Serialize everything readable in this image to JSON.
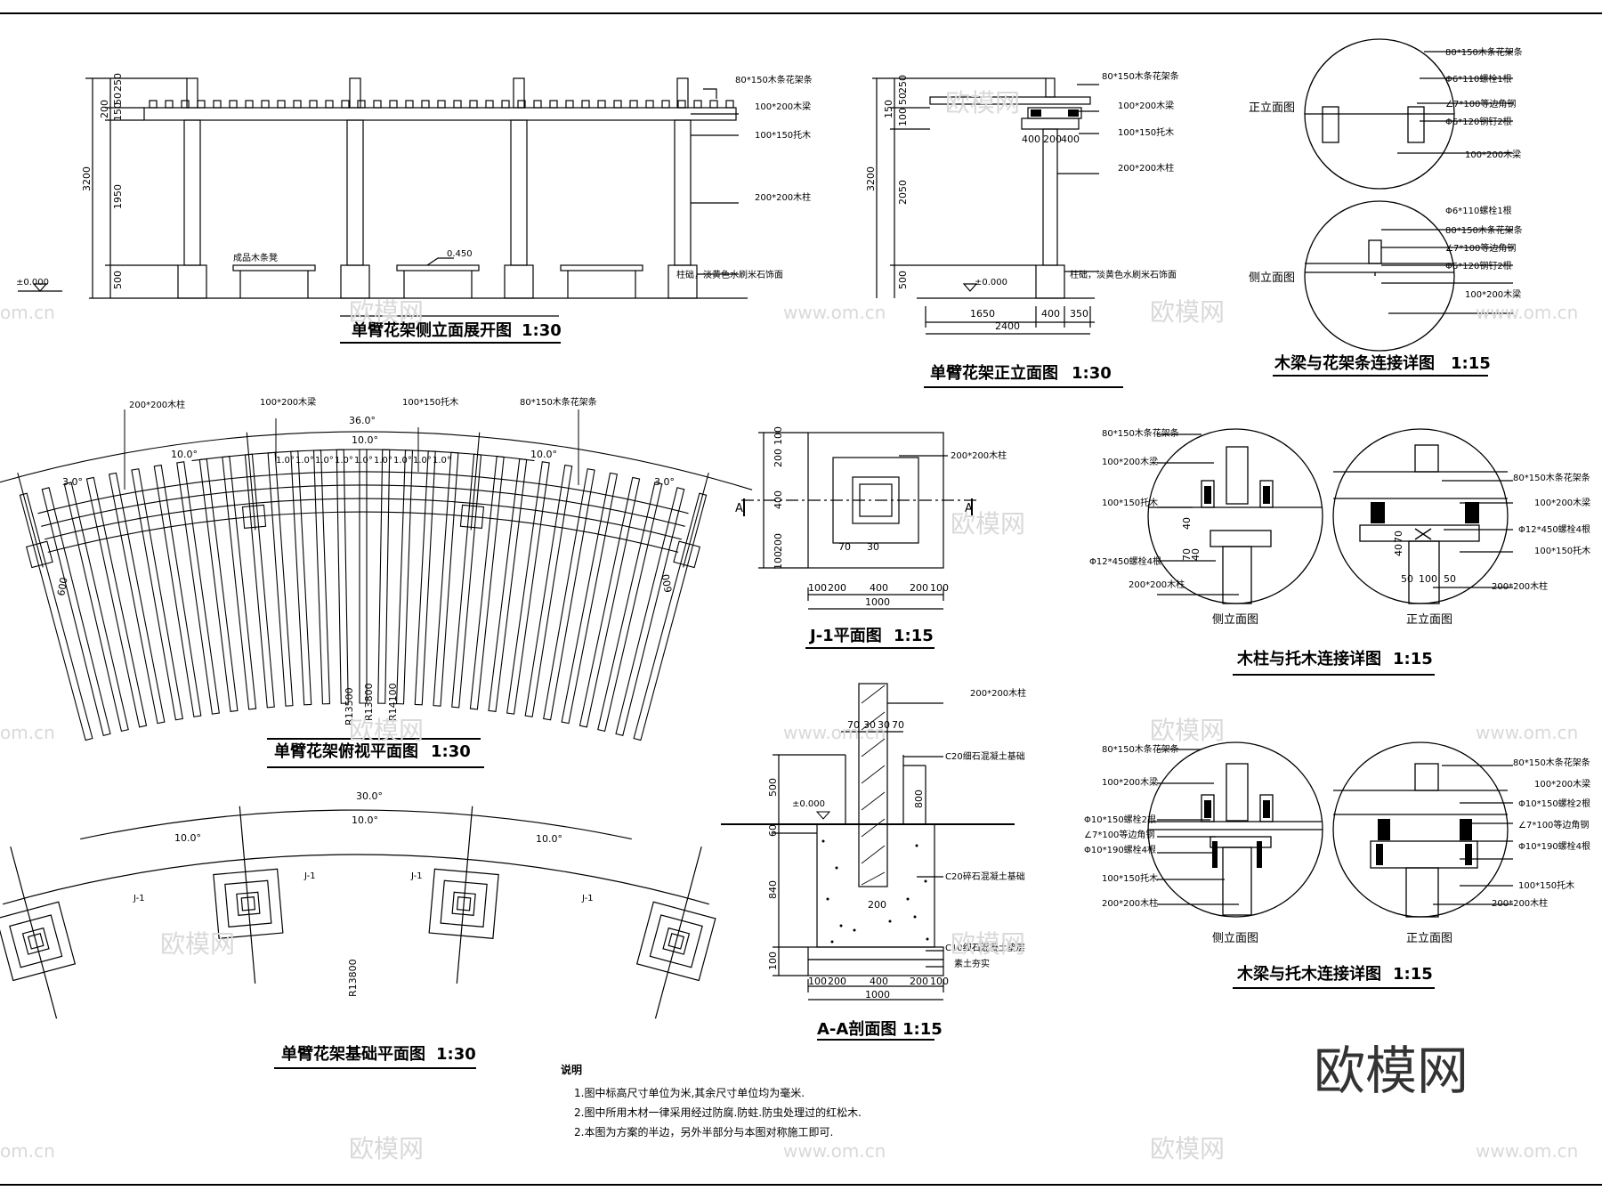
{
  "watermarks": {
    "brand": "欧模网",
    "site": "www.om.cn",
    "site_short": "om.cn"
  },
  "elev_side": {
    "title": "单臂花架侧立面展开图",
    "scale": "1:30",
    "labels": [
      "80*150木条花架条",
      "100*200木梁",
      "100*150托木",
      "200*200木柱",
      "柱础，淡黄色水刷米石饰面"
    ],
    "bench": "成品木条凳",
    "level0": "±0.000",
    "level1": "0.450",
    "dims": [
      "3200",
      "200",
      "150",
      "50",
      "250",
      "1950",
      "500"
    ]
  },
  "elev_front": {
    "title": "单臂花架正立面图",
    "scale": "1:30",
    "labels": [
      "80*150木条花架条",
      "100*200木梁",
      "100*150托木",
      "200*200木柱",
      "柱础，淡黄色水刷米石饰面"
    ],
    "level0": "±0.000",
    "dims": [
      "3200",
      "150",
      "100",
      "50",
      "250",
      "2050",
      "500"
    ],
    "top_dims": [
      "400",
      "200",
      "400"
    ],
    "bottom_dims": [
      "1650",
      "400",
      "350",
      "2400"
    ]
  },
  "detail_beam": {
    "title": "木梁与花架条连接详图",
    "scale": "1:15",
    "front": "正立面图",
    "side": "侧立面图",
    "front_labels": [
      "80*150木条花架条",
      "Φ6*110螺栓1根",
      "∠7*100等边角钢",
      "Φ6*120钢钉2根",
      "100*200木梁"
    ],
    "side_labels": [
      "Φ6*110螺栓1根",
      "80*150木条花架条",
      "∠7*100等边角钢",
      "Φ6*120钢钉2根",
      "100*200木梁"
    ]
  },
  "plan_top": {
    "title": "单臂花架俯视平面图",
    "scale": "1:30",
    "labels": [
      "200*200木柱",
      "100*200木梁",
      "100*150托木",
      "80*150木条花架条"
    ],
    "angles": [
      "36.0°",
      "10.0°",
      "10.0°",
      "10.0°",
      "3.0°",
      "3.0°"
    ],
    "small_angle": "1.0°",
    "radii": [
      "R13500",
      "R13800",
      "R14100"
    ],
    "side_dims": [
      "600",
      "600"
    ]
  },
  "plan_found": {
    "title": "单臂花架基础平面图",
    "scale": "1:30",
    "angles": [
      "30.0°",
      "10.0°",
      "10.0°",
      "10.0°"
    ],
    "tag": "J-1",
    "radius": "R13800"
  },
  "j1_plan": {
    "title": "J-1平面图",
    "scale": "1:15",
    "label": "200*200木柱",
    "section": "A",
    "vdims": [
      "100",
      "200",
      "400",
      "200",
      "100"
    ],
    "hdims": [
      "100",
      "200",
      "400",
      "200",
      "100"
    ],
    "total": "1000",
    "inner": [
      "70",
      "30"
    ]
  },
  "aa_section": {
    "title": "A-A剖面图",
    "scale": "1:15",
    "labels": [
      "200*200木柱",
      "C20细石混凝土基础",
      "C20碎石混凝土基础",
      "C10细石混凝土垫层",
      "素土夯实"
    ],
    "top_dims": [
      "70",
      "30",
      "30",
      "70"
    ],
    "vdims": [
      "500",
      "60",
      "840",
      "100"
    ],
    "inner_dims": [
      "800",
      "200"
    ],
    "hdims": [
      "100",
      "200",
      "400",
      "200",
      "100"
    ],
    "total": "1000",
    "level0": "±0.000"
  },
  "detail_col": {
    "title": "木柱与托木连接详图",
    "scale": "1:15",
    "side": "侧立面图",
    "front": "正立面图",
    "left_labels": [
      "80*150木条花架条",
      "100*200木梁",
      "100*150托木",
      "Φ12*450螺栓4根",
      "200*200木柱"
    ],
    "right_labels": [
      "80*150木条花架条",
      "100*200木梁",
      "Φ12*450螺栓4根",
      "100*150托木",
      "200*200木柱"
    ],
    "left_dims": [
      "40",
      "70",
      "40"
    ],
    "right_dims": [
      "40",
      "70",
      "50",
      "100",
      "50"
    ]
  },
  "detail_beam2": {
    "title": "木梁与托木连接详图",
    "scale": "1:15",
    "side": "侧立面图",
    "front": "正立面图",
    "left_labels": [
      "80*150木条花架条",
      "100*200木梁",
      "Φ10*150螺栓2根",
      "∠7*100等边角钢",
      "Φ10*190螺栓4根",
      "100*150托木",
      "200*200木柱"
    ],
    "right_labels": [
      "80*150木条花架条",
      "100*200木梁",
      "Φ10*150螺栓2根",
      "∠7*100等边角钢",
      "Φ10*190螺栓4根",
      "100*150托木",
      "200*200木柱"
    ]
  },
  "notes": {
    "heading": "说明",
    "items": [
      "1.图中标高尺寸单位为米,其余尺寸单位均为毫米.",
      "2.图中所用木材一律采用经过防腐.防蛀.防虫处理过的红松木.",
      "2.本图为方案的半边，另外半部分与本图对称施工即可."
    ]
  }
}
